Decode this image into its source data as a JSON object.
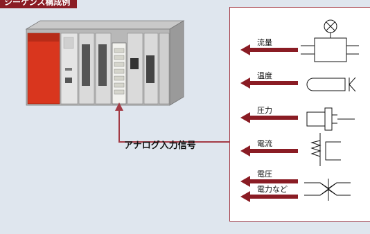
{
  "title": "シーケンス構成例",
  "signal_label": "アナログ入力信号",
  "sensors": [
    {
      "label": "流量",
      "icon": "flow-meter-icon"
    },
    {
      "label": "温度",
      "icon": "temperature-sensor-icon"
    },
    {
      "label": "圧力",
      "icon": "pressure-sensor-icon"
    },
    {
      "label": "電流",
      "icon": "current-transformer-icon"
    },
    {
      "label": "電圧",
      "icon": "voltage-transformer-icon"
    },
    {
      "label": "電力など",
      "icon": "power-transducer-icon"
    }
  ],
  "colors": {
    "arrow": "#8a1c24",
    "frame": "#a33a44",
    "plc_red": "#d9361e",
    "background": "#dfe6ee"
  }
}
